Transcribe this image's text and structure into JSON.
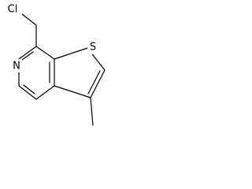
{
  "molecule": {
    "atoms": {
      "chlorine": "Cl",
      "nitrogen": "N",
      "sulfur": "S"
    }
  }
}
